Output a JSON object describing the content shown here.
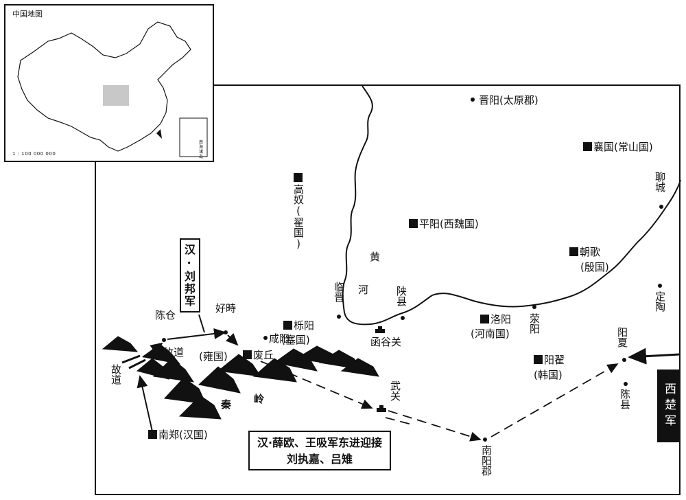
{
  "inset": {
    "title": "中国地图",
    "scale": "1 : 100 000 000",
    "island_box_label": "南海诸岛"
  },
  "places": {
    "jinyang": "晋阳(太原郡)",
    "xiangguo": "襄国(常山国)",
    "liaocheng": "聊城",
    "gaonu": "高奴(翟国)",
    "pingyang": "平阳(西魏国)",
    "chaoge_name": "朝歌",
    "chaoge_state": "(殷国)",
    "linjin": "临晋",
    "shanxian": "陕县",
    "dingtao": "定陶",
    "huangshui_1": "黄",
    "huangshui_2": "河",
    "luoyang_name": "洛阳",
    "luoyang_state": "(河南国)",
    "xingyang": "荥阳",
    "hanguguan": "函谷关",
    "yueyang": "栎阳",
    "saiguo": "(塞国)",
    "xianyang": "咸阳",
    "haozhi": "好畤",
    "chencang": "陈仓",
    "gudao_1": "故道",
    "gudao_2": "故道",
    "yongguo": "(雍国)",
    "feiqiu": "废丘",
    "qin": "秦",
    "ling": "岭",
    "wuguan": "武关",
    "yangdi_name": "阳翟",
    "yangdi_state": "(韩国)",
    "yangxia": "阳夏",
    "chenxian": "陈县",
    "nanzheng": "南郑(汉国)",
    "nanyangjun": "南阳郡"
  },
  "callouts": {
    "han_army": "汉·刘邦军",
    "east_army": "汉·薛欧、王吸军东进迎接刘执嘉、吕雉",
    "chu_army": "西楚军"
  },
  "colors": {
    "ink": "#111111",
    "inset_highlight": "#c8c8c8"
  }
}
